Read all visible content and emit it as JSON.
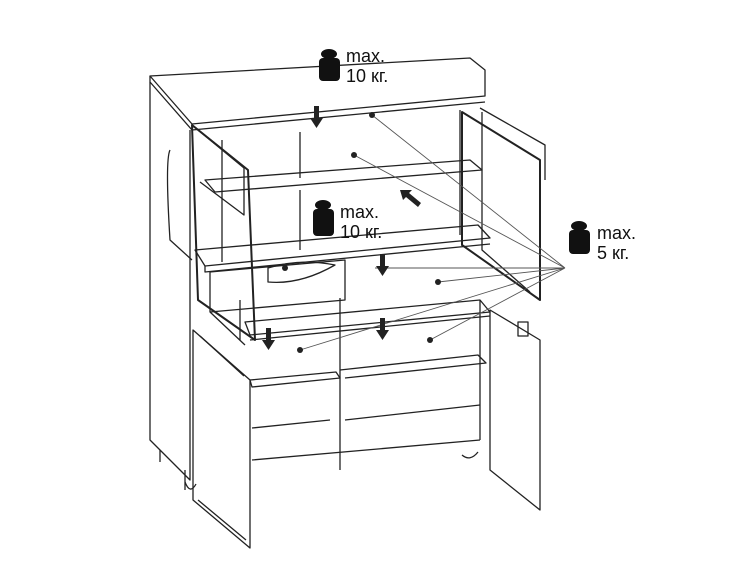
{
  "labels": {
    "top_shelf": {
      "line1": "max.",
      "line2": "10 кг."
    },
    "middle_shelf": {
      "line1": "max.",
      "line2": "10 кг."
    },
    "glass_shelves": {
      "line1": "max.",
      "line2": "5 кг."
    }
  },
  "colors": {
    "line": "#222222",
    "weight": "#111111",
    "leader": "#555555"
  }
}
